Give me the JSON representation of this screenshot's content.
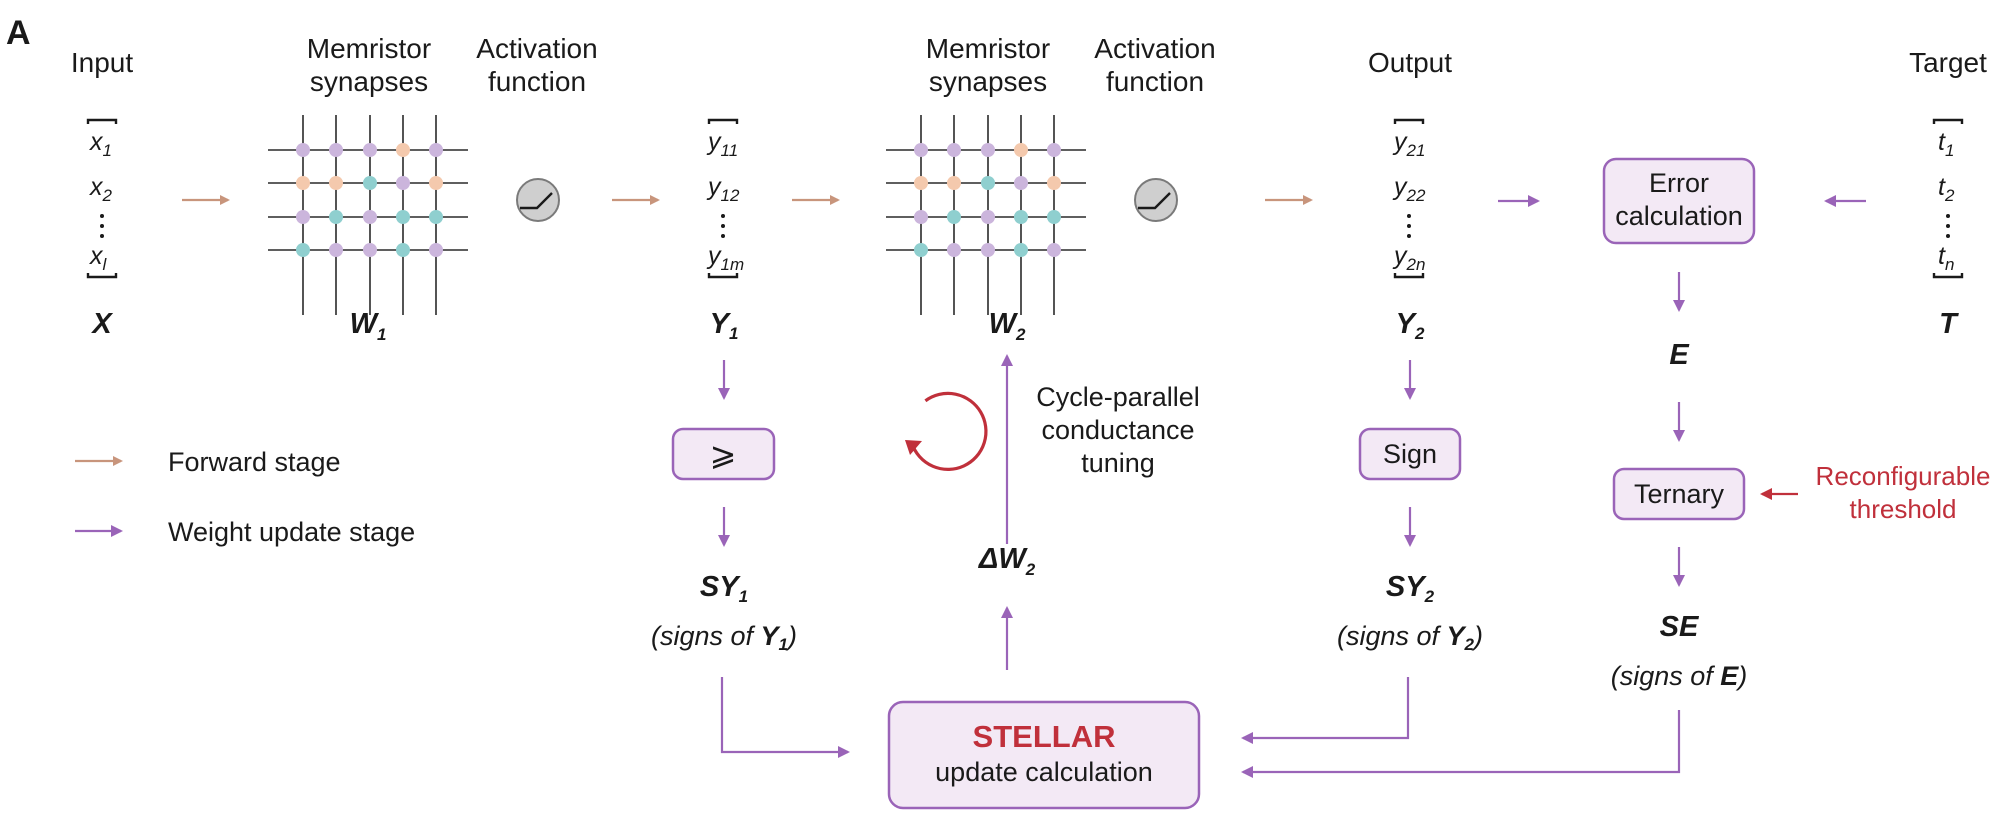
{
  "panel_label": "A",
  "headers": {
    "input": "Input",
    "synapses_1": [
      "Memristor",
      "synapses"
    ],
    "activation_1": [
      "Activation",
      "function"
    ],
    "synapses_2": [
      "Memristor",
      "synapses"
    ],
    "activation_2": [
      "Activation",
      "function"
    ],
    "output": "Output",
    "target": "Target"
  },
  "vectors": {
    "input": [
      {
        "base": "x",
        "sub": "1"
      },
      {
        "base": "x",
        "sub": "2"
      },
      {
        "base": "x",
        "sub": "l"
      }
    ],
    "hidden": [
      {
        "base": "y",
        "sub": "11"
      },
      {
        "base": "y",
        "sub": "12"
      },
      {
        "base": "y",
        "sub": "1m"
      }
    ],
    "output": [
      {
        "base": "y",
        "sub": "21"
      },
      {
        "base": "y",
        "sub": "22"
      },
      {
        "base": "y",
        "sub": "2n"
      }
    ],
    "target": [
      {
        "base": "t",
        "sub": "1"
      },
      {
        "base": "t",
        "sub": "2"
      },
      {
        "base": "t",
        "sub": "n"
      }
    ]
  },
  "symbols": {
    "X": "X",
    "W1_base": "W",
    "W1_sub": "1",
    "Y1_base": "Y",
    "Y1_sub": "1",
    "W2_base": "W",
    "W2_sub": "2",
    "Y2_base": "Y",
    "Y2_sub": "2",
    "T": "T",
    "E": "E",
    "SY1_base": "SY",
    "SY1_sub": "1",
    "SY2_base": "SY",
    "SY2_sub": "2",
    "SE": "SE",
    "dW2_base": "ΔW",
    "dW2_sub": "2"
  },
  "notes": {
    "signs_prefix": "(signs of ",
    "signs_suffix": ")",
    "signs_y1_base": "Y",
    "signs_y1_sub": "1",
    "signs_y2_base": "Y",
    "signs_y2_sub": "2",
    "signs_e": "E",
    "cycle_parallel": [
      "Cycle-parallel",
      "conductance",
      "tuning"
    ],
    "reconfigurable": [
      "Reconfigurable",
      "threshold"
    ]
  },
  "boxes": {
    "compare": "⩾",
    "sign": "Sign",
    "error": [
      "Error",
      "calculation"
    ],
    "ternary": "Ternary",
    "stellar_title": "STELLAR",
    "stellar_sub": "update calculation"
  },
  "legend": {
    "forward": "Forward stage",
    "weight_update": "Weight update stage"
  },
  "colors": {
    "forward_arrow": "#c8957c",
    "update_arrow": "#9a64b8",
    "box_fill": "#f3e9f5",
    "accent_red": "#c0303b",
    "node_purple": "#cbb5dc",
    "node_peach": "#f4c9ad",
    "node_teal": "#8fcfcf"
  },
  "crossbar_nodes": [
    [
      "node_purple",
      "node_purple",
      "node_purple",
      "node_peach",
      "node_purple"
    ],
    [
      "node_peach",
      "node_peach",
      "node_teal",
      "node_purple",
      "node_peach"
    ],
    [
      "node_purple",
      "node_teal",
      "node_purple",
      "node_teal",
      "node_teal"
    ],
    [
      "node_teal",
      "node_purple",
      "node_purple",
      "node_teal",
      "node_purple"
    ]
  ]
}
